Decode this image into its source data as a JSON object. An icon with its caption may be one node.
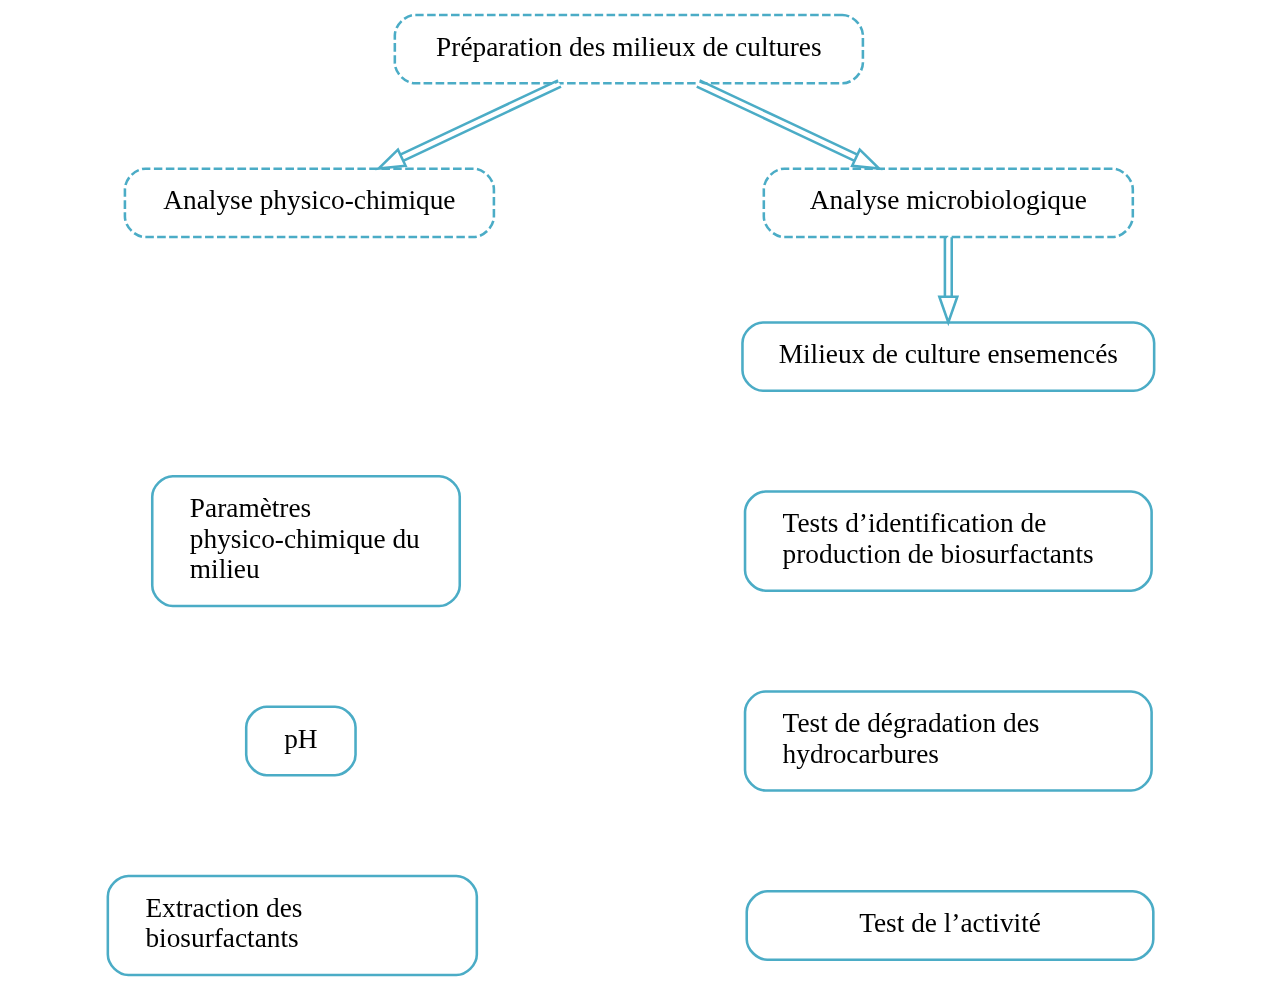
{
  "diagram": {
    "nodes": [
      {
        "text": [
          "Préparation des milieux de cultures"
        ]
      },
      {
        "text": [
          "Analyse physico-chimique"
        ]
      },
      {
        "text": [
          "Analyse microbiologique"
        ]
      },
      {
        "text": [
          "Paramètres physico-chimique du milieu"
        ]
      },
      {
        "text": [
          "pH"
        ]
      },
      {
        "text": [
          "Extraction des biosurfactants"
        ]
      },
      {
        "text": [
          "Milieux de culture ensemencés"
        ]
      },
      {
        "text": [
          "Tests d’identification de production de biosurfactants"
        ]
      },
      {
        "text": [
          "Test de dégradation des hydrocarbures"
        ]
      },
      {
        "text": [
          "Test de l’activité"
        ]
      }
    ],
    "edges": [
      {
        "from": 0,
        "to": 1,
        "arrow": "to"
      },
      {
        "from": 0,
        "to": 2,
        "arrow": "to"
      },
      {
        "from": 2,
        "to": 6,
        "arrow": "to"
      }
    ]
  }
}
